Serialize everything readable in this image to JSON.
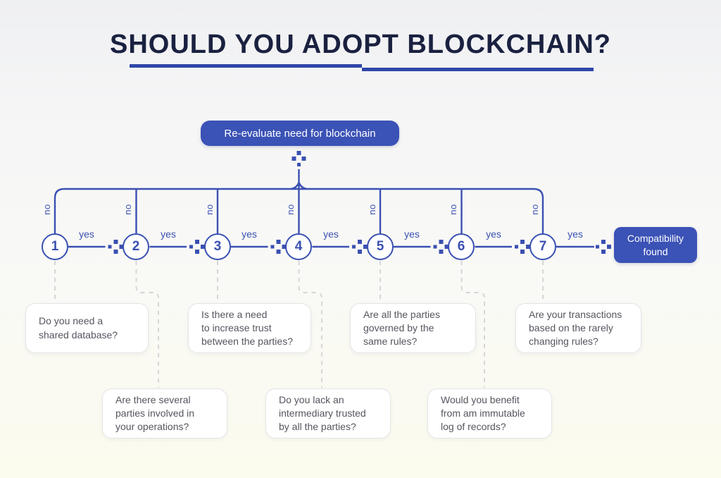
{
  "title": "SHOULD YOU ADOPT BLOCKCHAIN?",
  "reevaluate_label": "Re-evaluate need for blockchain",
  "result_label": "Compatibility\nfound",
  "edge_labels": {
    "yes": "yes",
    "no": "no"
  },
  "colors": {
    "accent_blue": "#3A50B2",
    "box_blue": "#3B52B6",
    "title_navy": "#1A2140",
    "question_text": "#55565F",
    "dashed_gray": "#D5D5D8",
    "background_top": "#EFF0F2",
    "background_bottom": "#FBFBEE"
  },
  "nodes": [
    {
      "number": "1",
      "question": "Do you need a\nshared database?"
    },
    {
      "number": "2",
      "question": "Are there several\nparties involved in\nyour operations?"
    },
    {
      "number": "3",
      "question": "Is there a need\nto increase trust\nbetween the parties?"
    },
    {
      "number": "4",
      "question": "Do you lack an\nintermediary trusted\nby all the parties?"
    },
    {
      "number": "5",
      "question": "Are all the parties\ngoverned by the\nsame rules?"
    },
    {
      "number": "6",
      "question": "Would you benefit\nfrom am immutable\nlog of records?"
    },
    {
      "number": "7",
      "question": "Are your transactions\nbased on the rarely\nchanging rules?"
    }
  ]
}
